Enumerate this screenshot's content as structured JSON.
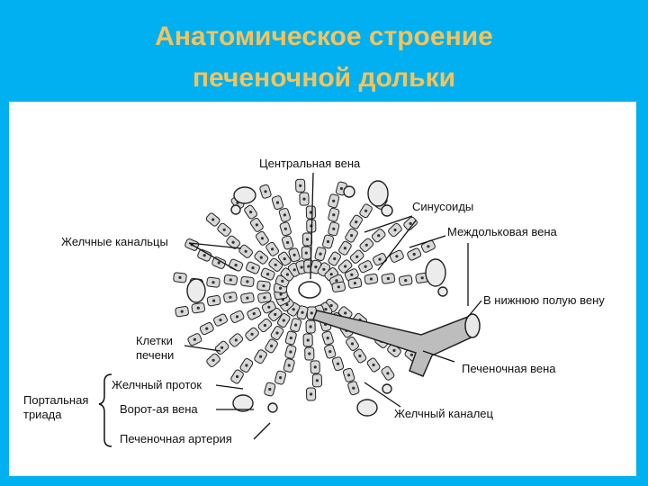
{
  "slide": {
    "title_line1": "Анатомическое строение",
    "title_line2": "печеночной дольки"
  },
  "diagram": {
    "labels": {
      "central_vein": "Центральная вена",
      "sinusoids": "Синусоиды",
      "interlobular_vein": "Междольковая вена",
      "bile_canaliculi": "Желчные канальцы",
      "ivc": "В нижнюю полую вену",
      "liver_cells_1": "Клетки",
      "liver_cells_2": "печени",
      "bile_duct": "Желчный проток",
      "portal_triad_1": "Портальная",
      "portal_triad_2": "триада",
      "portal_vein": "Ворот-ая вена",
      "hepatic_vein": "Печеночная вена",
      "bile_canal": "Желчный каналец",
      "hepatic_artery": "Печеночная артерия"
    }
  }
}
